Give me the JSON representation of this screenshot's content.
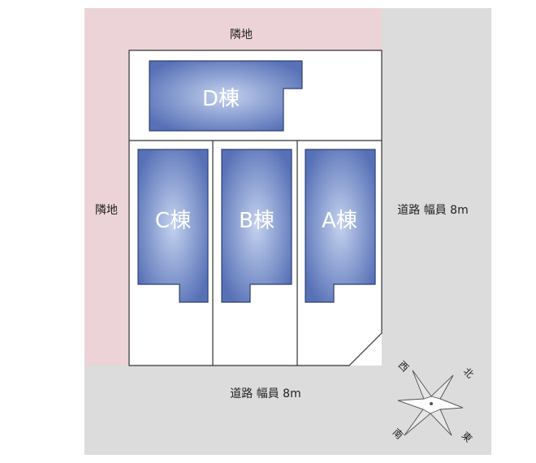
{
  "labels": {
    "neighbor_top": "隣地",
    "neighbor_left": "隣地",
    "road_right": "道路 幅員 8m",
    "road_bottom": "道路 幅員 8m"
  },
  "buildings": {
    "a": "A棟",
    "b": "B棟",
    "c": "C棟",
    "d": "D棟"
  },
  "compass": {
    "north": "北",
    "east": "東",
    "south": "南",
    "west": "西"
  },
  "colors": {
    "neighbor": "#ebd3d7",
    "road": "#dcdcdc",
    "building_center": "#c2d0ee",
    "building_edge": "#5570b5",
    "building_outline": "#2e3f78",
    "lot_line": "#333333"
  }
}
